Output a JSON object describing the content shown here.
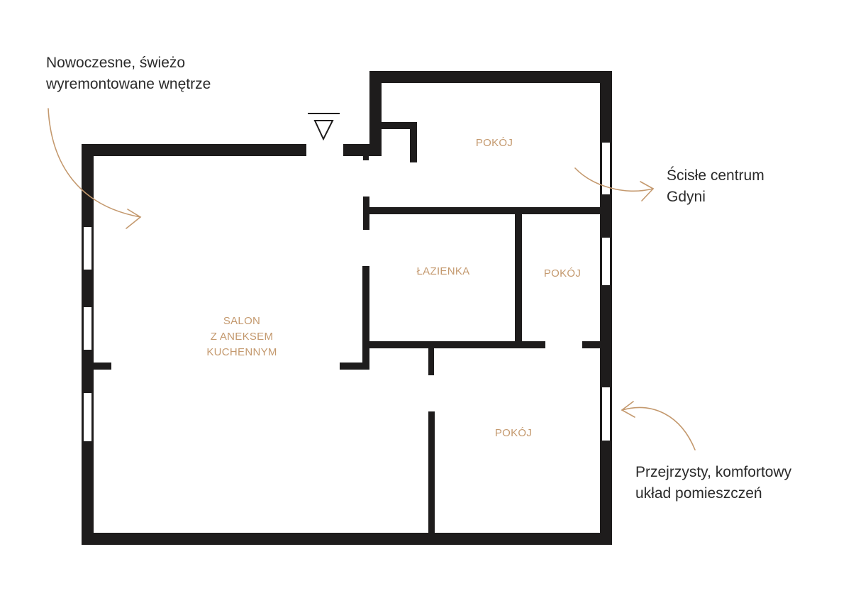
{
  "colors": {
    "wall": "#1e1c1c",
    "accent": "#c4996e",
    "text": "#2b2b2b"
  },
  "annotations": {
    "top_left": {
      "line1": "Nowoczesne, świeżo",
      "line2": "wyremontowane wnętrze"
    },
    "right": {
      "line1": "Ścisłe centrum",
      "line2": "Gdyni"
    },
    "bottom_right": {
      "line1": "Przejrzysty, komfortowy",
      "line2": "układ pomieszczeń"
    }
  },
  "rooms": {
    "salon": {
      "line1": "SALON",
      "line2": "Z ANEKSEM",
      "line3": "KUCHENNYM"
    },
    "room_top": "POKÓJ",
    "bathroom": "ŁAZIENKA",
    "room_middle": "POKÓJ",
    "room_bottom": "POKÓJ"
  },
  "icons": {
    "entrance": "triangle-down-icon",
    "arrows": "curved-arrow-icon"
  }
}
